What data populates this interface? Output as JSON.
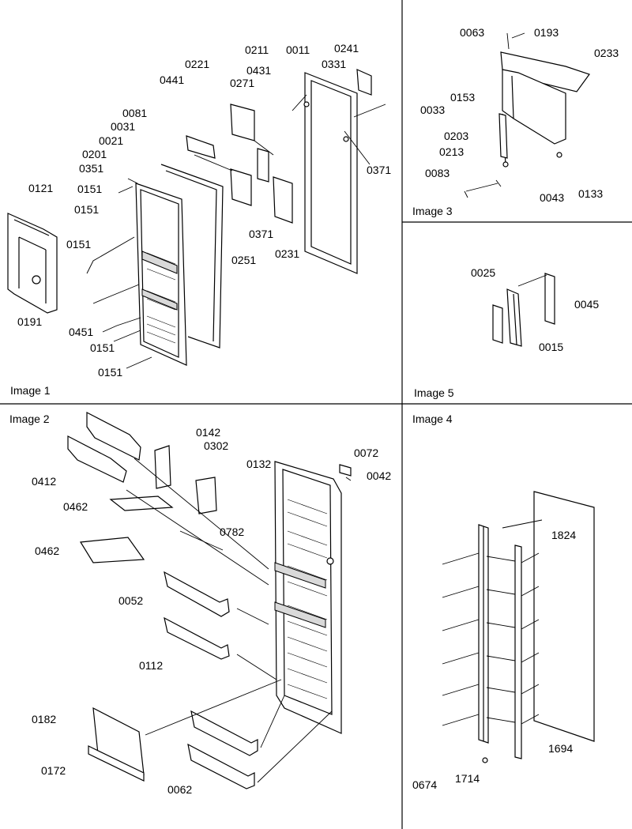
{
  "panels": {
    "p1": {
      "caption": "Image 1"
    },
    "p2": {
      "caption": "Image 2"
    },
    "p3": {
      "caption": "Image 3"
    },
    "p4": {
      "caption": "Image 4"
    },
    "p5": {
      "caption": "Image 5"
    }
  },
  "labels": {
    "p1": [
      "0211",
      "0011",
      "0241",
      "0221",
      "0431",
      "0331",
      "0441",
      "0271",
      "0081",
      "0031",
      "0021",
      "0201",
      "0351",
      "0371",
      "0121",
      "0151",
      "0151",
      "0371",
      "0231",
      "0251",
      "0151",
      "0191",
      "0451",
      "0151",
      "0151"
    ],
    "p3": [
      "0063",
      "0193",
      "0233",
      "0153",
      "0033",
      "0203",
      "0213",
      "0083",
      "0043",
      "0133"
    ],
    "p5": [
      "0025",
      "0045",
      "0015"
    ],
    "p2": [
      "0142",
      "0302",
      "0072",
      "0132",
      "0042",
      "0412",
      "0462",
      "0782",
      "0462",
      "0052",
      "0112",
      "0182",
      "0172",
      "0062"
    ],
    "p4": [
      "1824",
      "1694",
      "0674",
      "1714"
    ]
  }
}
